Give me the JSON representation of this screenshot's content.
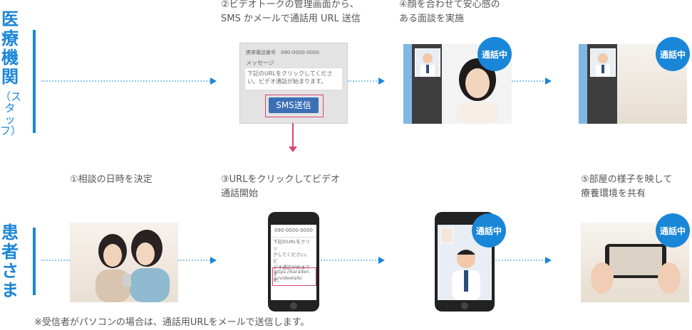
{
  "rows": {
    "staff": {
      "label": "医療機関",
      "sub": "（スタッフ）"
    },
    "patient": {
      "label": "患者さま"
    }
  },
  "steps": {
    "s2": {
      "line1": "②ビデオトークの管理画面から、",
      "line2": "SMS かメールで通話用 URL 送信"
    },
    "s4": {
      "line1": "④顔を合わせて安心感の",
      "line2": "ある面談を実施"
    },
    "s1": {
      "line1": "①相談の日時を決定"
    },
    "s3": {
      "line1": "③URLをクリックしてビデオ",
      "line2": "通話開始"
    },
    "s5": {
      "line1": "⑤部屋の様子を映して",
      "line2": "療養環境を共有"
    }
  },
  "sms_panel": {
    "phone_label": "携帯電話番号　090-0000-0000",
    "message_label": "メッセージ",
    "message_line1": "下記のURLをクリックしてくださ",
    "message_line2": "い。ビデオ通話が始まります。",
    "send_button": "SMS送信"
  },
  "patient_phone": {
    "number": "090-0000-0000",
    "msg1": "下記のURLをクリッ",
    "msg2": "クしてください。ビ",
    "msg3": "デオ通話が始まりま",
    "msg4": "す。",
    "link1": "https://karaden.",
    "link2": "jp/videotalk/"
  },
  "badge_text": "通話中",
  "footnote": "※受信者がパソコンの場合は、通話用URLをメールで送信します。",
  "colors": {
    "accent": "#1a86d8",
    "highlight": "#d9457a"
  }
}
